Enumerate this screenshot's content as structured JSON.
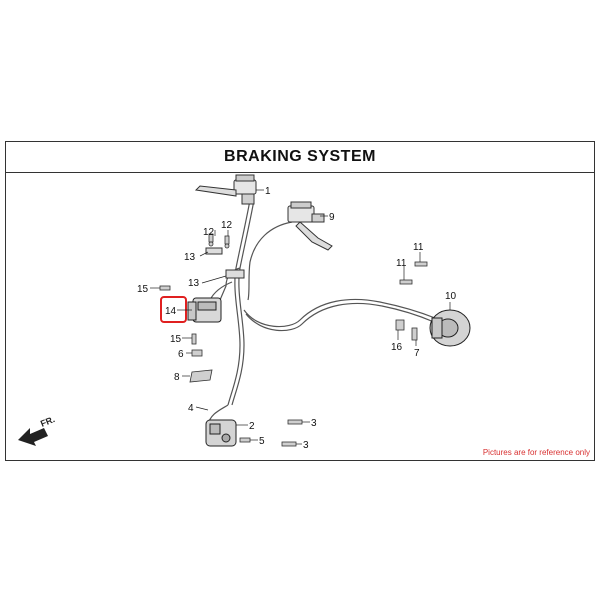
{
  "title": "BRAKING SYSTEM",
  "note": "Pictures are for reference only",
  "direction_label": "FR.",
  "highlight_color": "#e02020",
  "note_color": "#d83030",
  "callouts": {
    "c1": "1",
    "c2": "2",
    "c3a": "3",
    "c3b": "3",
    "c4": "4",
    "c5": "5",
    "c6": "6",
    "c7": "7",
    "c8": "8",
    "c9": "9",
    "c10": "10",
    "c11a": "11",
    "c11b": "11",
    "c12a": "12",
    "c12b": "12",
    "c13a": "13",
    "c13b": "13",
    "c14": "14",
    "c15a": "15",
    "c15b": "15",
    "c16": "16"
  }
}
